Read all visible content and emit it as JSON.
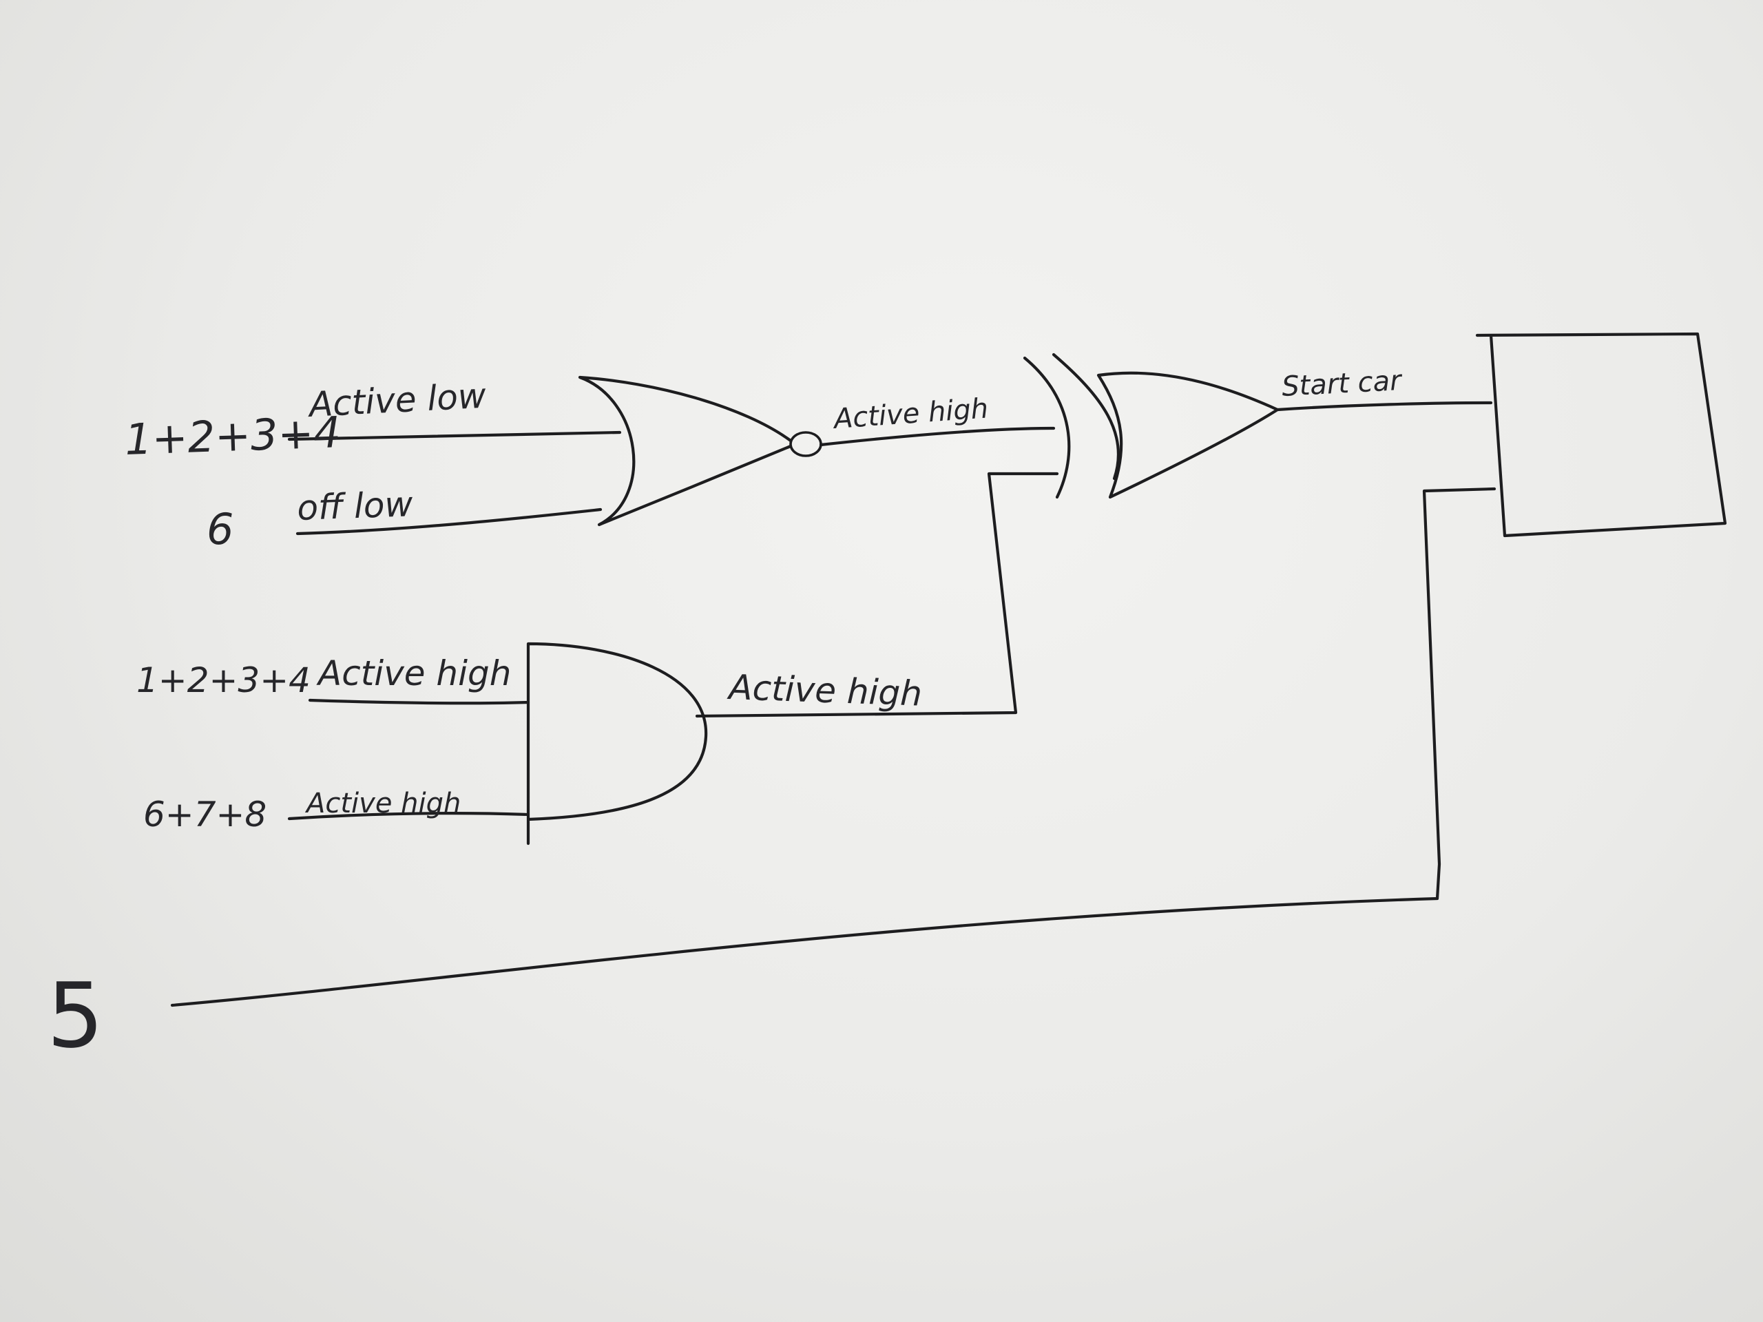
{
  "diagram": {
    "inputs": {
      "top_sum": "1+2+3+4",
      "six": "6",
      "mid_sum": "1+2+3+4",
      "bottom_sum": "6+7+8",
      "five": "5"
    },
    "wire_labels": {
      "active_low": "Active low",
      "off_low": "off low",
      "nor_output": "Active high",
      "and_input_top": "Active high",
      "and_input_bottom": "Active high",
      "and_output": "Active high",
      "buffer_output": "Start car"
    },
    "components": {
      "nor_gate": "NOR",
      "and_gate": "AND",
      "xor_gate": "XOR",
      "buffer": "buffer",
      "output_box": "box"
    }
  }
}
